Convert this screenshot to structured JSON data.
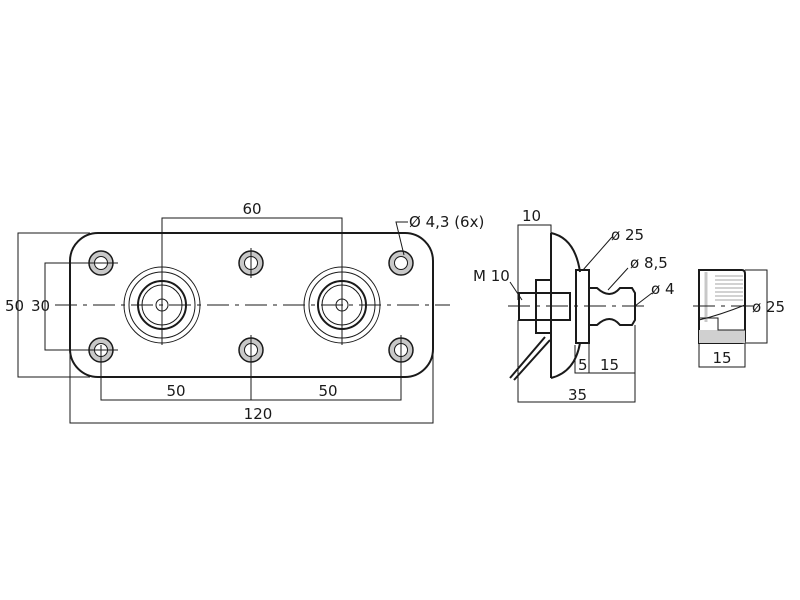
{
  "front_view": {
    "dim_60": "60",
    "dim_50_height": "50",
    "dim_30": "30",
    "dim_50_left": "50",
    "dim_50_right": "50",
    "dim_120": "120",
    "hole_callout": "Ø 4,3 (6x)"
  },
  "side_view": {
    "dim_10": "10",
    "thread": "M 10",
    "dia_25": "ø 25",
    "dia_8_5": "ø 8,5",
    "dia_4": "ø 4",
    "dim_5": "5",
    "dim_15": "15",
    "dim_35": "35"
  },
  "end_view": {
    "dia_25": "ø 25",
    "dim_15": "15"
  }
}
